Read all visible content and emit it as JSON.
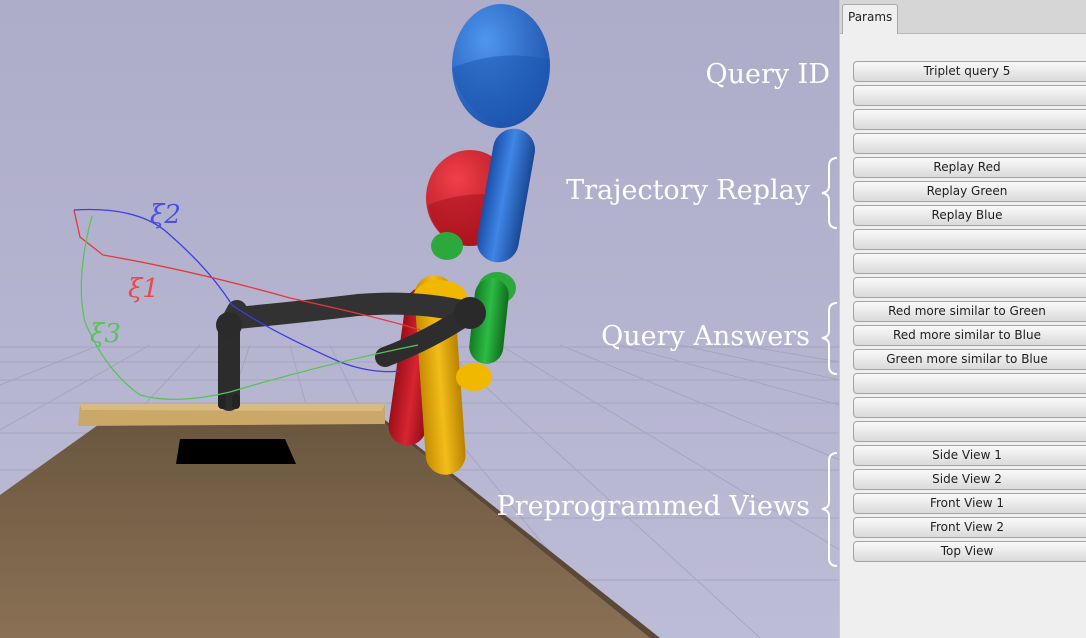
{
  "panel": {
    "tab_label": "Params",
    "buttons": [
      "Triplet query 5",
      "",
      "",
      "",
      "Replay Red",
      "Replay Green",
      "Replay Blue",
      "",
      "",
      "",
      "Red more similar to Green",
      "Red more similar to Blue",
      "Green more similar to Blue",
      "",
      "",
      "",
      "Side View 1",
      "Side View 2",
      "Front View 1",
      "Front View 2",
      "Top View"
    ]
  },
  "annotations": {
    "query_id": "Query ID",
    "trajectory_replay": "Trajectory Replay",
    "query_answers": "Query Answers",
    "preprogrammed_views": "Preprogrammed Views"
  },
  "trajectory_labels": {
    "xi_2": "ξ2",
    "xi_1": "ξ1",
    "xi_3": "ξ3"
  },
  "colors": {
    "sky": "#b5b4d0",
    "trajectory_red": "#e8363a",
    "trajectory_green": "#56c45a",
    "trajectory_blue": "#3b3fe0",
    "robot": "#2f2f2f",
    "table_top": "#7a6248",
    "shelf": "#c9a86a",
    "human_blue": "#1f63c4",
    "human_red": "#cf1f2a",
    "human_green": "#1fa033",
    "human_yellow": "#e5ad00"
  }
}
